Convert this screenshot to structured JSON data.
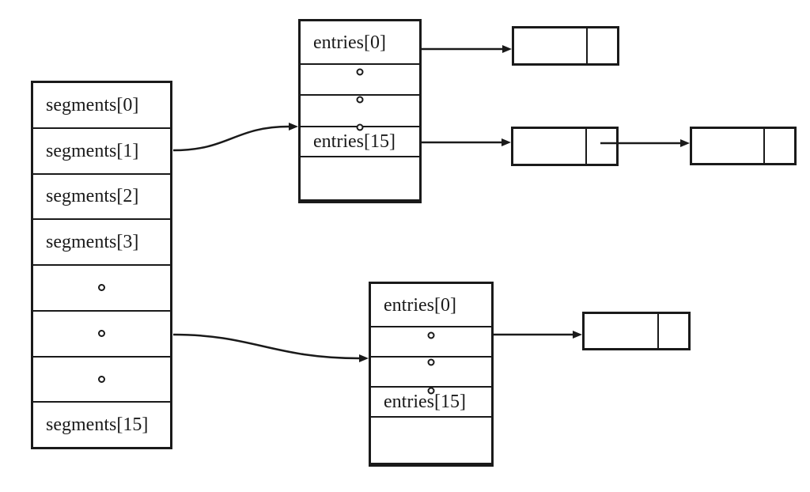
{
  "colors": {
    "line": "#1a1a1a",
    "background": "#ffffff"
  },
  "segments_table": {
    "rows": [
      {
        "type": "label",
        "label": "segments[0]"
      },
      {
        "type": "label",
        "label": "segments[1]"
      },
      {
        "type": "label",
        "label": "segments[2]"
      },
      {
        "type": "label",
        "label": "segments[3]"
      },
      {
        "type": "dot",
        "label": "°"
      },
      {
        "type": "dot",
        "label": "°"
      },
      {
        "type": "dot",
        "label": "°"
      },
      {
        "type": "label",
        "label": "segments[15]"
      }
    ]
  },
  "hash_table_top": {
    "rows": [
      {
        "type": "label",
        "label": "entries[0]"
      },
      {
        "type": "dot",
        "label": "°"
      },
      {
        "type": "dot",
        "label": "°"
      },
      {
        "type": "label",
        "label": "entries[15]"
      },
      {
        "type": "empty",
        "label": ""
      }
    ]
  },
  "hash_table_bottom": {
    "rows": [
      {
        "type": "label",
        "label": "entries[0]"
      },
      {
        "type": "dot",
        "label": "°"
      },
      {
        "type": "dot",
        "label": "°"
      },
      {
        "type": "label",
        "label": "entries[15]"
      },
      {
        "type": "empty",
        "label": ""
      }
    ]
  },
  "nodes": [
    {
      "id": "node-a",
      "value": "",
      "pointer": ""
    },
    {
      "id": "node-b",
      "value": "",
      "pointer": ""
    },
    {
      "id": "node-c",
      "value": "",
      "pointer": ""
    },
    {
      "id": "node-d",
      "value": "",
      "pointer": ""
    }
  ],
  "arrows": [
    {
      "from": "segments[1]",
      "to": "hash-table-top"
    },
    {
      "from": "segments-ellipsis-row",
      "to": "hash-table-bottom"
    },
    {
      "from": "hash-table-top entries[0]",
      "to": "node-a"
    },
    {
      "from": "hash-table-top entries[15]",
      "to": "node-b"
    },
    {
      "from": "node-b pointer",
      "to": "node-c"
    },
    {
      "from": "hash-table-bottom",
      "to": "node-d"
    }
  ]
}
